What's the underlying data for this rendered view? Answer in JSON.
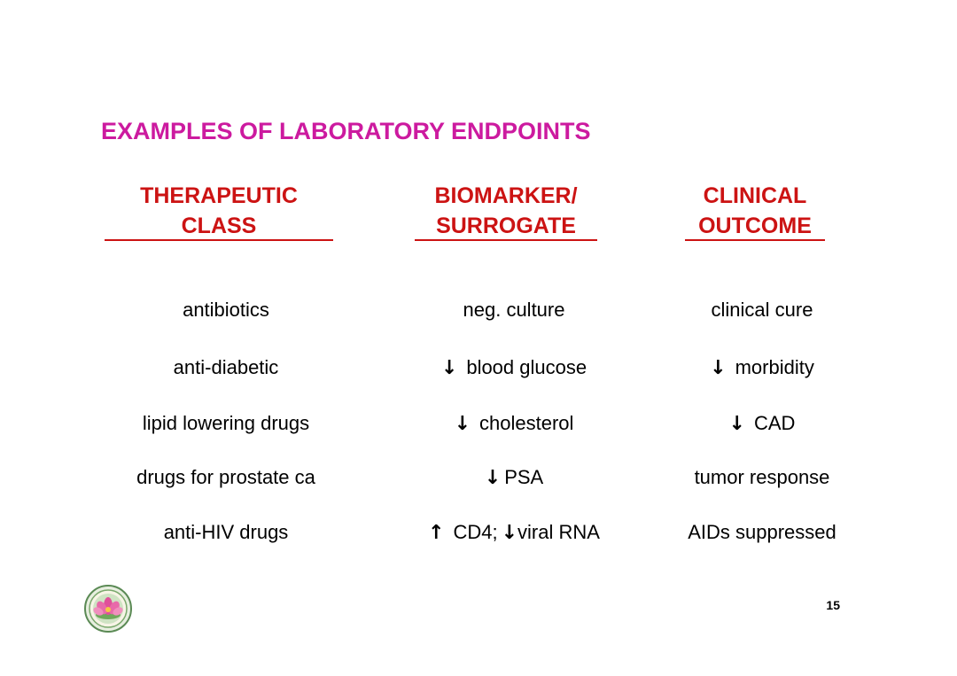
{
  "slide": {
    "title": "EXAMPLES OF LABORATORY ENDPOINTS",
    "page_number": "15",
    "colors": {
      "title": "#cc1a9f",
      "header": "#cc1313",
      "body": "#000000"
    }
  },
  "headers": [
    {
      "line1": "THERAPEUTIC",
      "line2": "CLASS"
    },
    {
      "line1": "BIOMARKER/",
      "line2": "SURROGATE"
    },
    {
      "line1": "CLINICAL",
      "line2": "OUTCOME"
    }
  ],
  "rows": [
    {
      "therapeutic_class": "antibiotics",
      "biomarker": {
        "text": "neg. culture"
      },
      "outcome": {
        "text": "clinical cure"
      }
    },
    {
      "therapeutic_class": "anti-diabetic",
      "biomarker": {
        "arrow": "↓",
        "arrow_icon": "down-arrow-icon",
        "text": "blood glucose"
      },
      "outcome": {
        "arrow": "↓",
        "arrow_icon": "down-arrow-icon",
        "text": "morbidity"
      }
    },
    {
      "therapeutic_class": "lipid lowering drugs",
      "biomarker": {
        "arrow": "↓",
        "arrow_icon": "down-arrow-icon",
        "text": "cholesterol"
      },
      "outcome": {
        "arrow": "↓",
        "arrow_icon": "down-arrow-icon",
        "text": "CAD"
      }
    },
    {
      "therapeutic_class": "drugs for prostate ca",
      "biomarker": {
        "arrow": "↓",
        "arrow_icon": "down-arrow-icon",
        "text": "PSA"
      },
      "outcome": {
        "text": "tumor response"
      }
    },
    {
      "therapeutic_class": "anti-HIV drugs",
      "biomarker": {
        "arrow": "↑",
        "arrow_icon": "up-arrow-icon",
        "text": "CD4;",
        "arrow2": "↓",
        "arrow2_icon": "down-arrow-icon",
        "text2": "viral RNA"
      },
      "outcome": {
        "text": "AIDs suppressed"
      }
    }
  ],
  "logo": {
    "icon": "lotus-seal-logo"
  }
}
